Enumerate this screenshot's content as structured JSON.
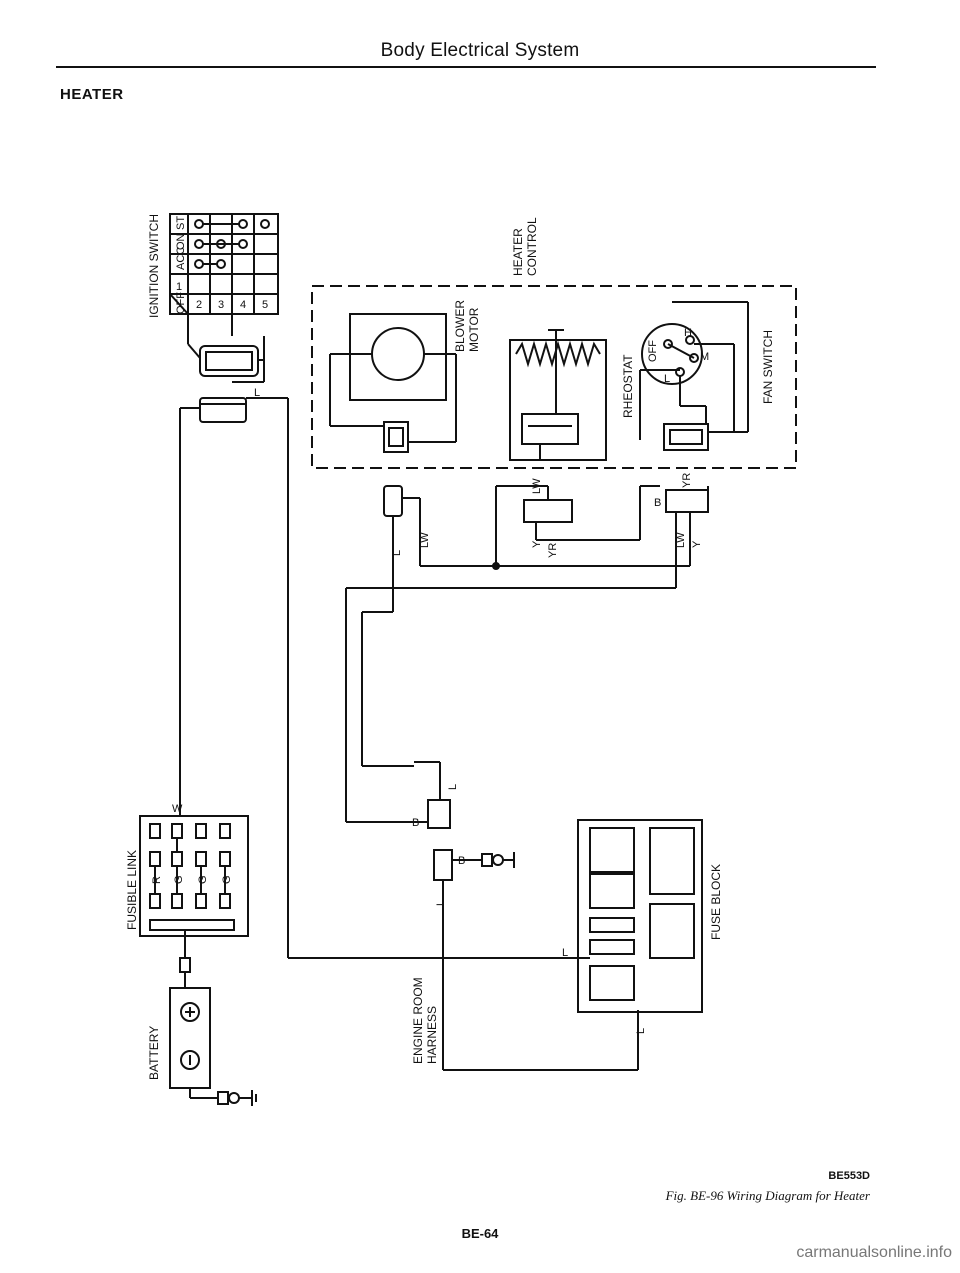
{
  "header": {
    "title": "Body Electrical System",
    "section": "HEATER"
  },
  "components": {
    "ignition_switch": "IGNITION SWITCH",
    "fusible_link": "FUSIBLE LINK",
    "battery": "BATTERY",
    "heater_control": [
      "HEATER",
      "CONTROL"
    ],
    "blower_motor": [
      "BLOWER",
      "MOTOR"
    ],
    "rheostat": "RHEOSTAT",
    "fan_switch": "FAN SWITCH",
    "fuse_block": "FUSE BLOCK",
    "engine_room_harness": [
      "ENGINE ROOM",
      "HARNESS"
    ]
  },
  "ignition_table": {
    "columns": [
      "OFF",
      "ACC",
      "ON",
      "ST"
    ],
    "terminals": [
      "1",
      "2",
      "3",
      "4",
      "5"
    ]
  },
  "fan_switch_positions": [
    "OFF",
    "H",
    "M",
    "L"
  ],
  "wires": {
    "L": "L",
    "W": "W",
    "LW": "LW",
    "B": "B",
    "Y": "Y",
    "YR": "YR",
    "R": "R",
    "G": "G"
  },
  "footer": {
    "code": "BE553D",
    "caption": "Fig. BE-96 Wiring Diagram for Heater",
    "page": "BE-64",
    "watermark": "carmanualsonline.info"
  }
}
